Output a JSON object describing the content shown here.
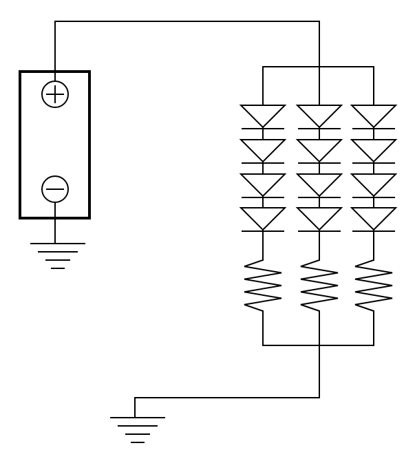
{
  "diagram": {
    "kind": "circuit schematic",
    "battery": {
      "positive_symbol": "+",
      "negative_symbol": "−"
    },
    "branches": [
      {
        "led_count": 4,
        "has_resistor": true
      },
      {
        "led_count": 4,
        "has_resistor": true
      },
      {
        "led_count": 4,
        "has_resistor": true
      }
    ],
    "grounds": 2,
    "colors": {
      "stroke": "#000000",
      "background": "#ffffff"
    }
  }
}
